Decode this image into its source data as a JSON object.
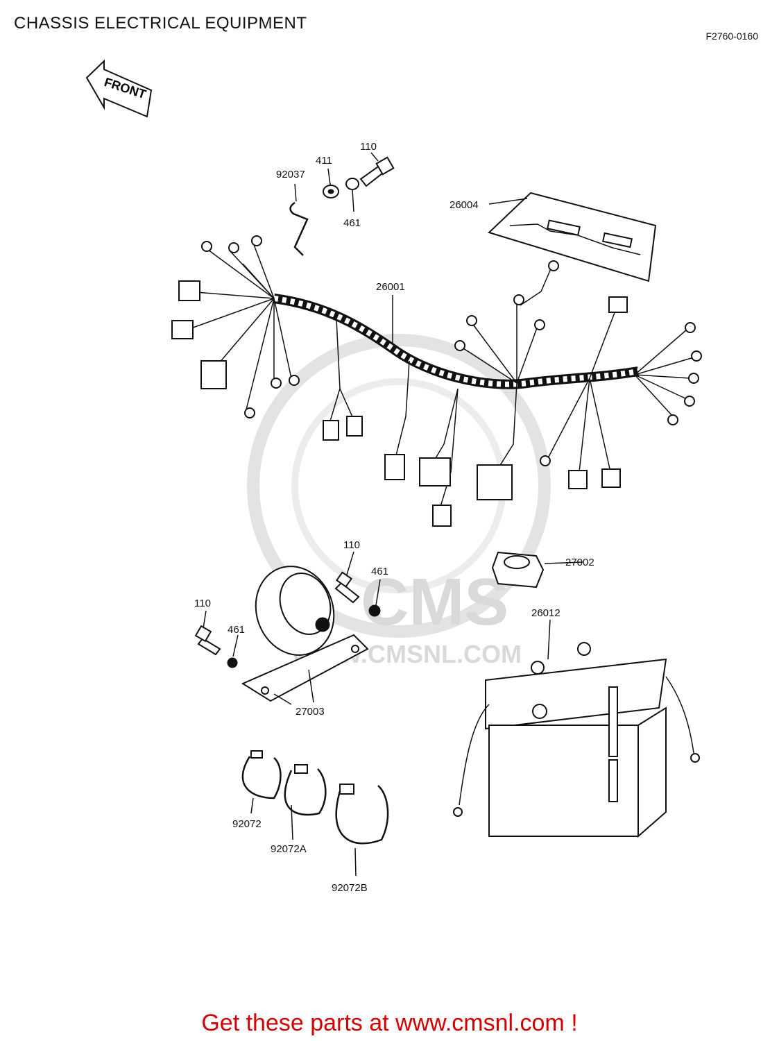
{
  "header": {
    "title": "CHASSIS ELECTRICAL EQUIPMENT",
    "figure_code": "F2760-0160"
  },
  "front_arrow_label": "FRONT",
  "watermark": {
    "logo_text": "CMS",
    "url_text": "WWW.CMSNL.COM"
  },
  "parts": {
    "p110_top": "110",
    "p411": "411",
    "p92037": "92037",
    "p461_top": "461",
    "p26004": "26004",
    "p26001": "26001",
    "p110_mid": "110",
    "p461_mid": "461",
    "p27002": "27002",
    "p110_left": "110",
    "p461_left": "461",
    "p26012": "26012",
    "p27003": "27003",
    "p92072": "92072",
    "p92072A": "92072A",
    "p92072B": "92072B"
  },
  "footer": {
    "cta": "Get these parts at www.cmsnl.com !"
  },
  "colors": {
    "footer_text": "#d40000",
    "line_art": "#111111",
    "watermark": "#d9d9d9"
  }
}
